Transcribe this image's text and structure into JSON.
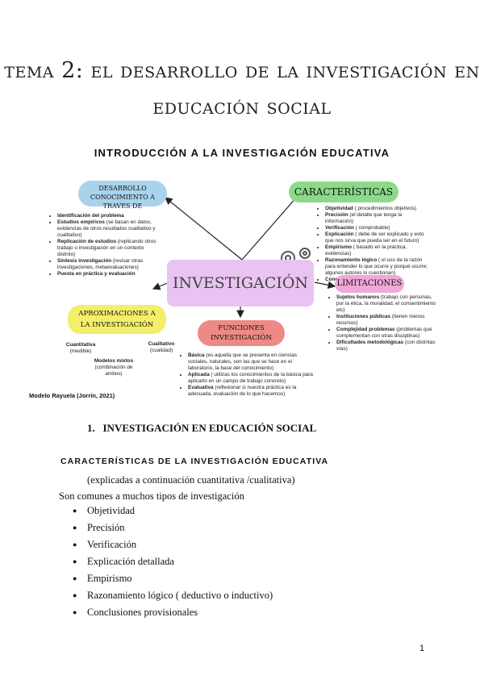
{
  "title": {
    "line1": "tema 2: el desarrollo de la investigación en",
    "line2": "educación social"
  },
  "subtitle": "INTRODUCCIÓN A LA INVESTIGACIÓN EDUCATIVA",
  "mindmap": {
    "center": "INVESTIGACIÓN",
    "desarrollo": {
      "title1": "DESARROLLO",
      "title2": "CONOCIMIENTO A TRAVES DE",
      "items": [
        {
          "b": "Identificación del problema",
          "t": ""
        },
        {
          "b": "Estudios empíricos",
          "t": " (se basan en datos, evidencias de otros resultados cualitativo y cualitativo)"
        },
        {
          "b": "Replicación de estudios",
          "t": " (replicando otros trabajo o investigación en un contexto distinto)"
        },
        {
          "b": "Síntesis investigación",
          "t": " (revisar otras investigaciones, metaevaluaciones)"
        },
        {
          "b": "Puesta en práctica y evaluación",
          "t": ""
        }
      ]
    },
    "caracteristicas": {
      "title": "CARACTERÍSTICAS",
      "items": [
        {
          "b": "Objetividad",
          "t": " ( procedimientos objetivos)"
        },
        {
          "b": "Precisión",
          "t": " (el detalle que tenga la información)"
        },
        {
          "b": "Verificación",
          "t": " ( comprobable)"
        },
        {
          "b": "Explicación",
          "t": " ( debe de ser explicado y esto que nos sirva que pueda ser en el futuro)"
        },
        {
          "b": "Empirismo",
          "t": " ( basado en la práctica, evidencias)"
        },
        {
          "b": "Razonamiento lógico",
          "t": " ( el uso de la razón para entender lo que ocurre y porqué ocurre; algunos autores lo cuestionan)"
        },
        {
          "b": "Conclusiones provisionales",
          "t": ""
        }
      ]
    },
    "limitaciones": {
      "title": "LIMITACIONES",
      "items": [
        {
          "b": "Sujetos humanos",
          "t": " (trabajo con personas, por la ética, la moralidad, el consentimiento etc)"
        },
        {
          "b": "Instituciones públicas",
          "t": " (tienen menos recursos)"
        },
        {
          "b": "Complejidad problemas",
          "t": " (problemas que complementan con otras disciplinas)"
        },
        {
          "b": "Dificultades metodológicas",
          "t": " (con distintas vías)"
        }
      ]
    },
    "funciones": {
      "title1": "FUNCIONES",
      "title2": "INVESTIGACIÓN",
      "items": [
        {
          "b": "Básica",
          "t": " (es aquella que se presenta en ciencias sociales, naturales, son las que se hace en el laboratorio, la base del conocimiento)"
        },
        {
          "b": "Aplicada",
          "t": " ( utilizas los conocimientos de la básica para aplicarlo en un campo de trabajo concreto)"
        },
        {
          "b": "Evaluativa",
          "t": " (reflexionar si nuestra práctica es la adecuada, evaluación de lo que hacemos)"
        }
      ]
    },
    "aproximaciones": {
      "title1": "APROXIMACIONES A",
      "title2": "LA INVESTIGACIÓN",
      "cuant_b": "Cuantitativa",
      "cuant_t": "(medible)",
      "cual_b": "Cualitativo",
      "cual_t": "(cualidad)",
      "mix_b": "Modelos mixtos",
      "mix_t": "(combinación de ambos)"
    },
    "footer": "Modelo Rayuela (Jorrín, 2021)"
  },
  "section": {
    "number": "1.",
    "title": "INVESTIGACIÓN EN EDUCACIÓN SOCIAL"
  },
  "subsection": "CARACTERÍSTICAS DE LA INVESTIGACIÓN EDUCATIVA",
  "note": "(explicadas a continuación cuantitativa /cualitativa)",
  "intro": "Son comunes a muchos tipos de investigación",
  "bullets": [
    "Objetividad",
    "Precisión",
    "Verificación",
    "Explicación detallada",
    "Empirismo",
    "Razonamiento lógico ( deductivo o inductivo)",
    "Conclusiones provisionales"
  ],
  "page_number": "1",
  "colors": {
    "blue": "#a9d3ec",
    "green": "#8dd98a",
    "purple": "#e9c4f2",
    "pink": "#f0a8d8",
    "yellow": "#f3ef6a",
    "red": "#ee8a86"
  }
}
